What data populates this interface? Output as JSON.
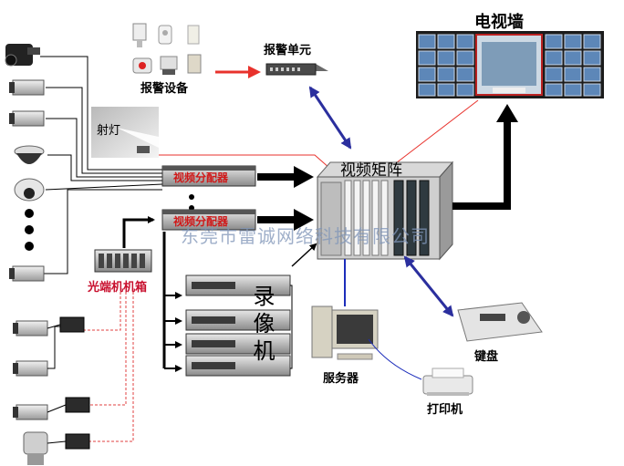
{
  "labels": {
    "tv_wall": "电视墙",
    "alarm_unit": "报警单元",
    "alarm_devices": "报警设备",
    "spotlight": "射灯",
    "video_matrix": "视频矩阵",
    "splitter_1": "视频分配器",
    "splitter_2": "视频分配器",
    "optical_box": "光端机机箱",
    "recorder": "录像机",
    "server": "服务器",
    "keyboard": "键盘",
    "printer": "打印机"
  },
  "watermark": "东莞市雷诚网络科技有限公司",
  "colors": {
    "arrow_black": "#000000",
    "arrow_blue": "#2b2f9e",
    "arrow_red": "#e8322c",
    "label_red": "#c8102e",
    "dashed_red": "#e04040"
  },
  "icons": [
    "bullet-camera-icon",
    "box-camera-icon",
    "dome-camera-icon",
    "ptz-camera-icon",
    "optical-transceiver-icon",
    "rack-device-icon",
    "monitor-icon",
    "keyboard-icon",
    "printer-icon",
    "pir-sensor-icon",
    "siren-icon"
  ]
}
